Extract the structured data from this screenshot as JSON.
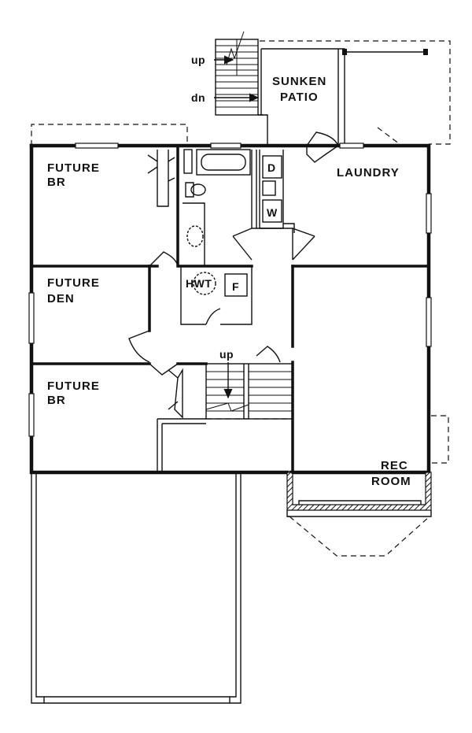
{
  "plan": {
    "rooms": {
      "future_br_top": [
        "FUTURE",
        "BR"
      ],
      "future_den": [
        "FUTURE",
        "DEN"
      ],
      "future_br_bottom": [
        "FUTURE",
        "BR"
      ],
      "laundry": "LAUNDRY",
      "rec_room": [
        "REC",
        "ROOM"
      ],
      "sunken_patio": [
        "SUNKEN",
        "PATIO"
      ]
    },
    "appliances": {
      "dryer": "D",
      "washer": "W",
      "hot_water_tank": "HWT",
      "furnace": "F"
    },
    "stairs": {
      "patio_up": "up",
      "patio_down": "dn",
      "main_up": "up"
    }
  }
}
